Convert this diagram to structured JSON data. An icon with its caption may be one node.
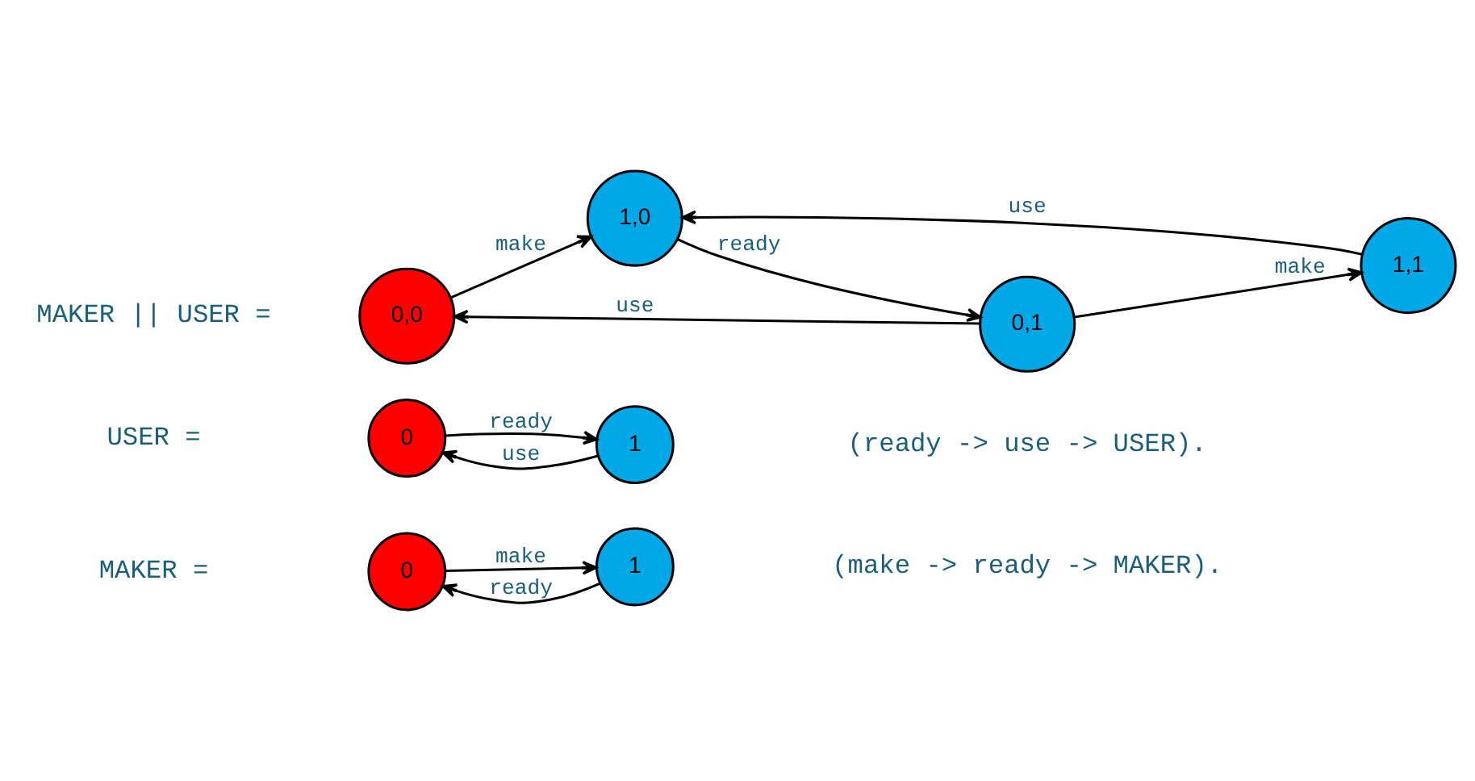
{
  "diagram": {
    "nodes": [
      {
        "text": [
          "0"
        ]
      },
      {
        "text": [
          "1"
        ]
      },
      {
        "text": [
          "0"
        ]
      },
      {
        "text": [
          "1"
        ]
      },
      {
        "text": [
          "0,0"
        ]
      },
      {
        "text": [
          "1,0"
        ]
      },
      {
        "text": [
          "0,1"
        ]
      },
      {
        "text": [
          "1,1"
        ]
      }
    ],
    "edges": [
      {
        "from": 0,
        "to": 1,
        "arrow": "to",
        "label": "make"
      },
      {
        "from": 1,
        "to": 0,
        "arrow": "to",
        "label": "ready"
      },
      {
        "from": 2,
        "to": 3,
        "arrow": "to",
        "label": "ready"
      },
      {
        "from": 3,
        "to": 2,
        "arrow": "to",
        "label": "use"
      },
      {
        "from": 4,
        "to": 5,
        "arrow": "to",
        "label": "make"
      },
      {
        "from": 5,
        "to": 6,
        "arrow": "to",
        "label": "ready"
      },
      {
        "from": 6,
        "to": 7,
        "arrow": "to",
        "label": "make"
      },
      {
        "from": 7,
        "to": 5,
        "arrow": "to",
        "label": "use"
      },
      {
        "from": 6,
        "to": 4,
        "arrow": "to",
        "label": "use"
      }
    ],
    "labels": [
      "MAKER =",
      "(make -> ready -> MAKER).",
      "USER =",
      "(ready -> use -> USER).",
      "MAKER || USER ="
    ]
  }
}
